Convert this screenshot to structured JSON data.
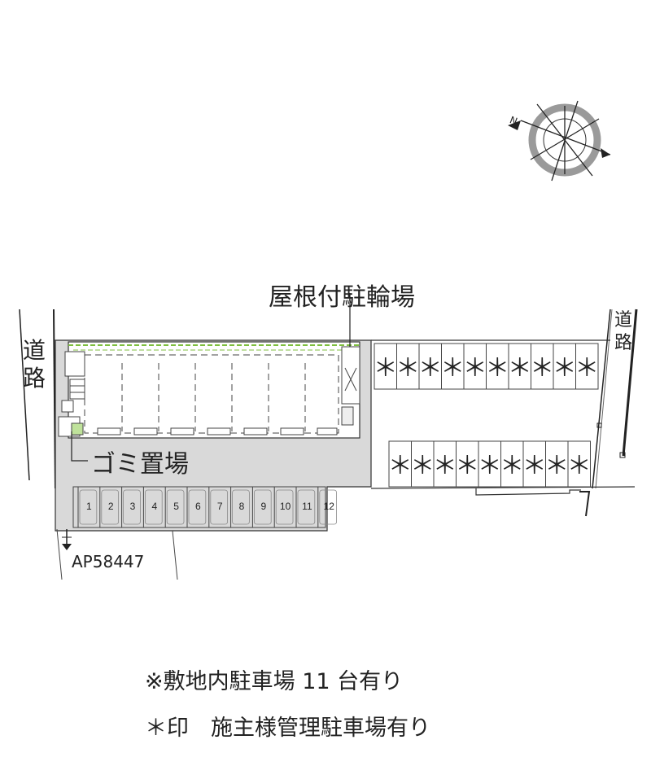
{
  "labels": {
    "road_left": [
      "道",
      "路"
    ],
    "road_right": [
      "道",
      "路"
    ],
    "bicycle_parking": "屋根付駐輪場",
    "garbage": "ゴミ置場",
    "property_code": "AP58447",
    "compass_letter": "N"
  },
  "stalls": [
    "1",
    "2",
    "3",
    "4",
    "5",
    "6",
    "7",
    "8",
    "9",
    "10",
    "11",
    "12"
  ],
  "managed_row_top_count": 10,
  "managed_row_bottom_count": 9,
  "managed_mark": "＊",
  "notes": {
    "line1": "※敷地内駐車場 11 台有り",
    "line2": "＊印　施主様管理駐車場有り"
  },
  "colors": {
    "lot": "#d9d9d9",
    "line": "#333333",
    "green_hatch": "#7fbf3f",
    "compass_ring": "#9a9a9a"
  }
}
